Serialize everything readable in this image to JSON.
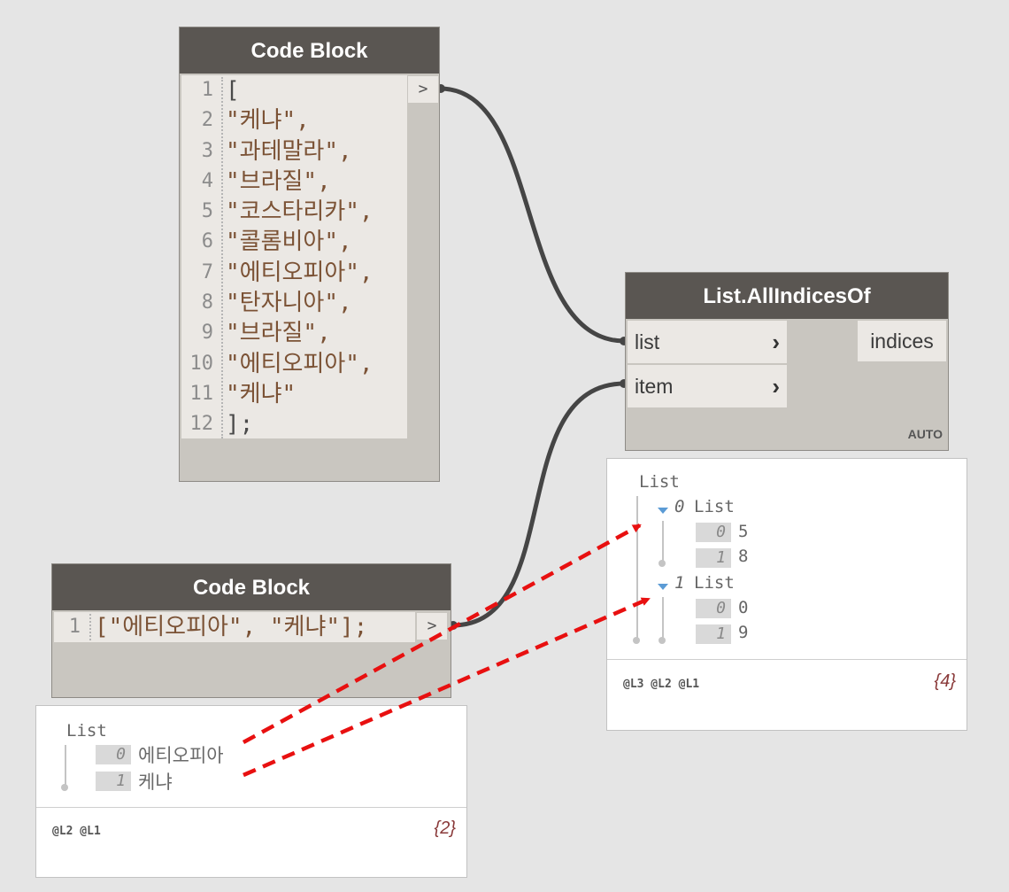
{
  "code_block_1": {
    "title": "Code Block",
    "line_numbers": [
      "1",
      "2",
      "3",
      "4",
      "5",
      "6",
      "7",
      "8",
      "9",
      "10",
      "11",
      "12"
    ],
    "lines": [
      "[",
      "\"케냐\",",
      "\"과테말라\",",
      "\"브라질\",",
      "\"코스타리카\",",
      "\"콜롬비아\",",
      "\"에티오피아\",",
      "\"탄자니아\",",
      "\"브라질\",",
      "\"에티오피아\",",
      "\"케냐\"",
      "];"
    ],
    "output_port": ">"
  },
  "code_block_2": {
    "title": "Code Block",
    "line_numbers": [
      "1"
    ],
    "lines": [
      "[\"에티오피아\", \"케냐\"];"
    ],
    "output_port": ">"
  },
  "all_indices_node": {
    "title": "List.AllIndicesOf",
    "inputs": [
      {
        "label": "list",
        "chevron": "›"
      },
      {
        "label": "item",
        "chevron": "›"
      }
    ],
    "output": "indices",
    "lacing": "AUTO"
  },
  "preview_1": {
    "root": "List",
    "items": [
      {
        "index": "0",
        "value": "에티오피아"
      },
      {
        "index": "1",
        "value": "케냐"
      }
    ],
    "levels": "@L2 @L1",
    "count": "{2}"
  },
  "preview_2": {
    "root": "List",
    "groups": [
      {
        "index": "0",
        "label": "List",
        "items": [
          {
            "index": "0",
            "value": "5"
          },
          {
            "index": "1",
            "value": "8"
          }
        ]
      },
      {
        "index": "1",
        "label": "List",
        "items": [
          {
            "index": "0",
            "value": "0"
          },
          {
            "index": "1",
            "value": "9"
          }
        ]
      }
    ],
    "levels": "@L3 @L2 @L1",
    "count": "{4}"
  },
  "colors": {
    "wire": "#454545",
    "annotation_arrow": "#e81010",
    "node_header": "#5a5652",
    "expand_triangle": "#5b9bd5"
  }
}
